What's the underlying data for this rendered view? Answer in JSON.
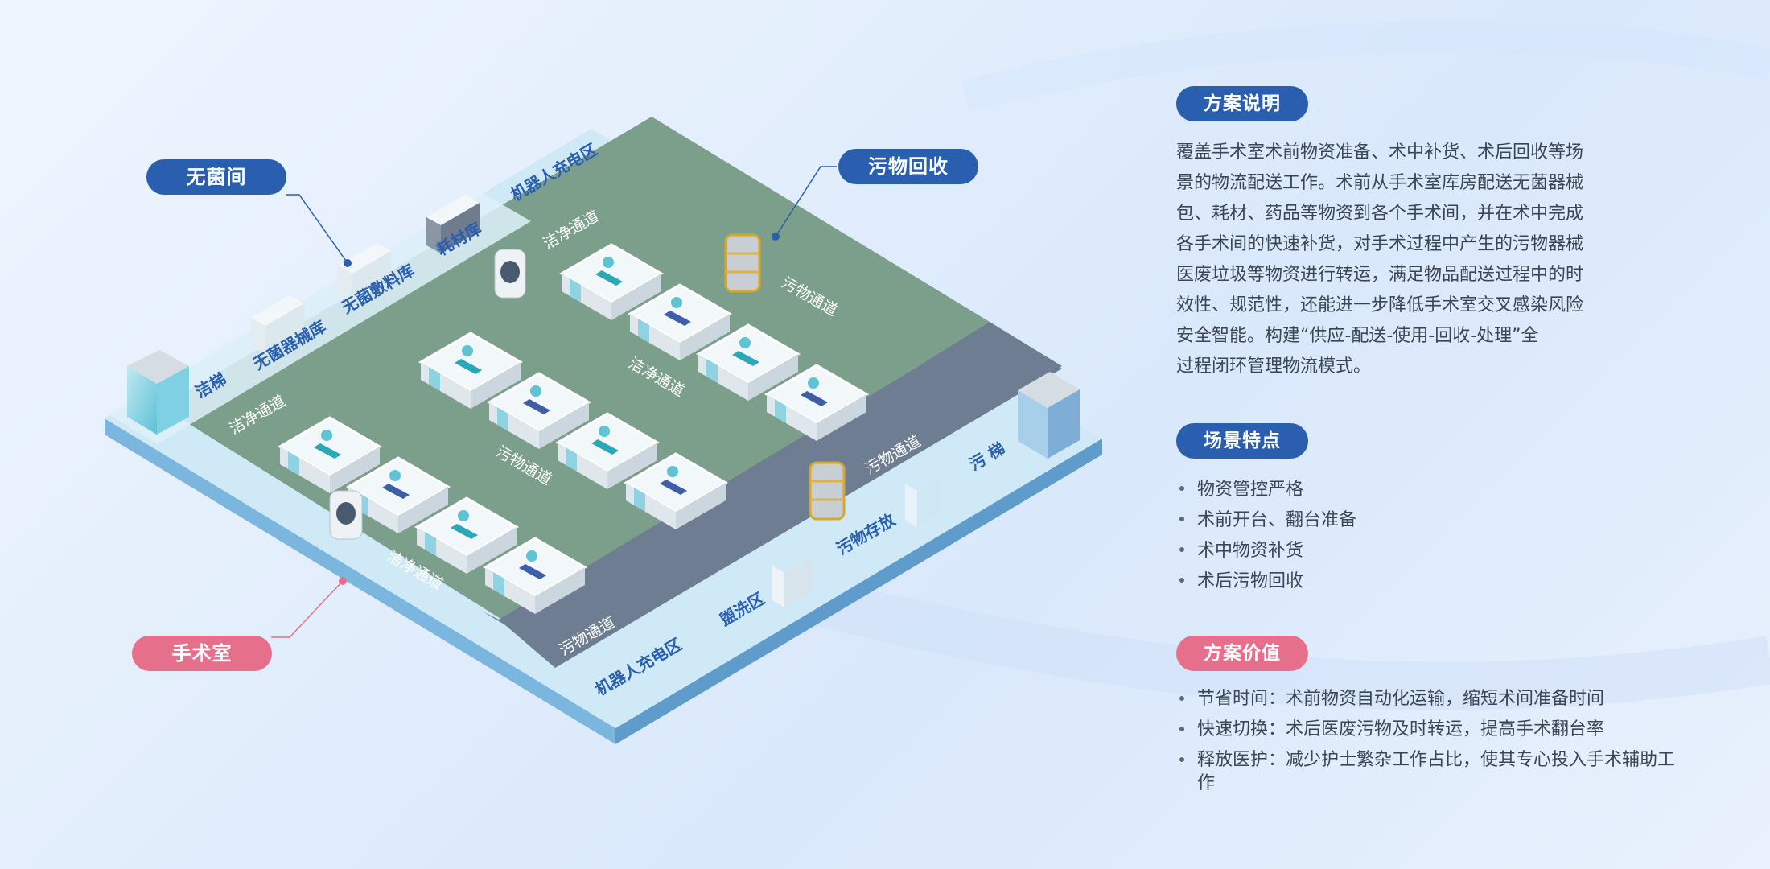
{
  "floorplan": {
    "zones": {
      "sterile_room": "无菌间",
      "waste_recovery": "污物回收",
      "operating_room": "手术室",
      "robot_charging": "机器人充电区",
      "consumables": "耗材库",
      "sterile_dressing": "无菌敷料库",
      "sterile_instruments": "无菌器械库",
      "clean_elevator": "洁梯",
      "dirty_elevator": "污 梯",
      "clean_corridor": "洁净通道",
      "dirty_corridor": "污物通道",
      "dirty_storage": "污物存放",
      "washing_area": "盥洗区"
    }
  },
  "sections": {
    "plan": {
      "title": "方案说明",
      "lines": [
        "覆盖手术室术前物资准备、术中补货、术后回收等场",
        "景的物流配送工作。术前从手术室库房配送无菌器械",
        "包、耗材、药品等物资到各个手术间，并在术中完成",
        "各手术间的快速补货，对手术过程中产生的污物器械",
        "医废垃圾等物资进行转运，满足物品配送过程中的时",
        "效性、规范性，还能进一步降低手术室交叉感染风险",
        "安全智能。构建“供应-配送-使用-回收-处理”全",
        "过程闭环管理物流模式。"
      ]
    },
    "features": {
      "title": "场景特点",
      "items": [
        "物资管控严格",
        "术前开台、翻台准备",
        "术中物资补货",
        "术后污物回收"
      ]
    },
    "value": {
      "title": "方案价值",
      "items": [
        "节省时间：术前物资自动化运输，缩短术间准备时间",
        "快速切换：术后医废污物及时转运，提高手术翻台率",
        "释放医护：减少护士繁杂工作占比，使其专心投入手术辅助工作"
      ]
    }
  },
  "colors": {
    "primary": "#2a5fb0",
    "accent_pink": "#e66f8c",
    "clean_floor": "#7a9e8a",
    "dirty_floor": "#6e7d92",
    "base_blue": "#8cc4e8"
  }
}
